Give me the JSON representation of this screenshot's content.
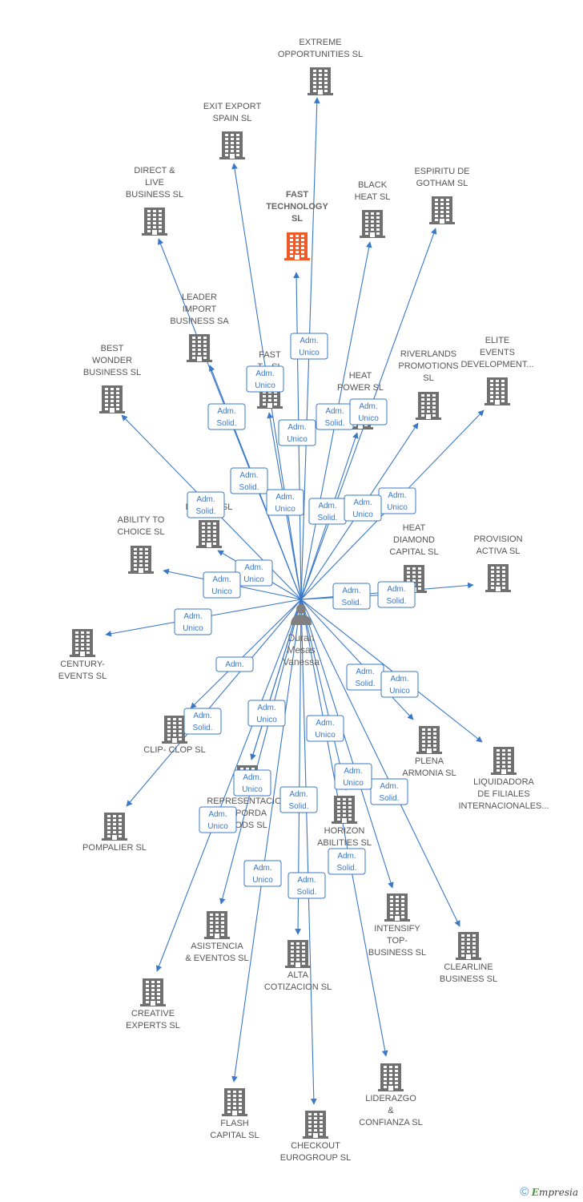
{
  "person": {
    "name_lines": [
      "Duran",
      "Mesas",
      "Vanessa"
    ]
  },
  "colors": {
    "edge": "#3a78c8",
    "building": "#707070",
    "building_main": "#f05a28",
    "person": "#808080"
  },
  "companies": [
    {
      "id": "extreme",
      "lines": [
        "EXTREME",
        "OPPORTUNITIES SL"
      ]
    },
    {
      "id": "exit-export",
      "lines": [
        "EXIT EXPORT",
        "SPAIN SL"
      ]
    },
    {
      "id": "direct-live",
      "lines": [
        "DIRECT &",
        "LIVE",
        "BUSINESS SL"
      ]
    },
    {
      "id": "fast-tech",
      "lines": [
        "FAST",
        "TECHNOLOGY",
        "SL"
      ],
      "main": true
    },
    {
      "id": "black-heat",
      "lines": [
        "BLACK",
        "HEAT SL"
      ]
    },
    {
      "id": "espiritu",
      "lines": [
        "ESPIRITU DE",
        "GOTHAM SL"
      ]
    },
    {
      "id": "leader",
      "lines": [
        "LEADER",
        "IMPORT",
        "BUSINESS SA"
      ]
    },
    {
      "id": "best-wonder",
      "lines": [
        "BEST",
        "WONDER",
        "BUSINESS SL"
      ]
    },
    {
      "id": "fast-t2",
      "lines": [
        "FAST",
        "T... SL"
      ]
    },
    {
      "id": "heat-power",
      "lines": [
        "HEAT",
        "POWER SL"
      ]
    },
    {
      "id": "riverlands",
      "lines": [
        "RIVERLANDS",
        "PROMOTIONS",
        "SL"
      ]
    },
    {
      "id": "elite",
      "lines": [
        "ELITE",
        "EVENTS",
        "DEVELOPMENT..."
      ]
    },
    {
      "id": "ef-res",
      "lines": [
        "EF... &",
        "RES... S SL"
      ]
    },
    {
      "id": "ability",
      "lines": [
        "ABILITY TO",
        "CHOICE SL"
      ]
    },
    {
      "id": "heat-diamond",
      "lines": [
        "HEAT",
        "DIAMOND",
        "CAPITAL SL"
      ]
    },
    {
      "id": "provision",
      "lines": [
        "PROVISION",
        "ACTIVA SL"
      ]
    },
    {
      "id": "century",
      "lines": [
        "CENTURY-",
        "EVENTS SL"
      ]
    },
    {
      "id": "clip-clop",
      "lines": [
        "CLIP- CLOP SL"
      ]
    },
    {
      "id": "plena",
      "lines": [
        "PLENA",
        "ARMONIA SL"
      ]
    },
    {
      "id": "liquidadora",
      "lines": [
        "LIQUIDADORA",
        "DE FILIALES",
        "INTERNACIONALES..."
      ]
    },
    {
      "id": "pompalier",
      "lines": [
        "POMPALIER SL"
      ]
    },
    {
      "id": "representacion",
      "lines": [
        "REPRESENTACION",
        "...PORDA",
        "...ODS SL"
      ]
    },
    {
      "id": "horizon",
      "lines": [
        "HORIZON",
        "ABILITIES SL"
      ]
    },
    {
      "id": "asistencia",
      "lines": [
        "ASISTENCIA",
        "& EVENTOS SL"
      ]
    },
    {
      "id": "alta",
      "lines": [
        "ALTA",
        "COTIZACION SL"
      ]
    },
    {
      "id": "intensify",
      "lines": [
        "INTENSIFY",
        "TOP-",
        "BUSINESS SL"
      ]
    },
    {
      "id": "clearline",
      "lines": [
        "CLEARLINE",
        "BUSINESS SL"
      ]
    },
    {
      "id": "creative",
      "lines": [
        "CREATIVE",
        "EXPERTS SL"
      ]
    },
    {
      "id": "liderazgo",
      "lines": [
        "LIDERAZGO",
        "&",
        "CONFIANZA SL"
      ]
    },
    {
      "id": "flash",
      "lines": [
        "FLASH",
        "CAPITAL SL"
      ]
    },
    {
      "id": "checkout",
      "lines": [
        "CHECKOUT",
        "EUROGROUP SL"
      ]
    }
  ],
  "edges": [
    {
      "to": "extreme",
      "role": [
        "Adm.",
        "Unico"
      ]
    },
    {
      "to": "exit-export",
      "role": [
        "Adm.",
        "Unico"
      ]
    },
    {
      "to": "direct-live",
      "role": [
        "Adm.",
        "Solid."
      ]
    },
    {
      "to": "fast-tech",
      "role": [
        "Adm.",
        "Solid."
      ]
    },
    {
      "to": "black-heat",
      "role": [
        "Adm.",
        "Solid."
      ]
    },
    {
      "to": "espiritu",
      "role": [
        "Adm.",
        "Unico"
      ]
    },
    {
      "to": "leader",
      "role": [
        "Adm.",
        "Unico"
      ]
    },
    {
      "to": "best-wonder",
      "role": [
        "Adm.",
        "Solid."
      ]
    },
    {
      "to": "fast-t2",
      "role": [
        "Adm.",
        "Unico"
      ]
    },
    {
      "to": "heat-power",
      "role": [
        "Adm.",
        "Solid."
      ]
    },
    {
      "to": "riverlands",
      "role": [
        "Adm.",
        "Unico"
      ]
    },
    {
      "to": "elite",
      "role": [
        "Adm.",
        "Unico"
      ]
    },
    {
      "to": "ef-res",
      "role": [
        "Adm.",
        "Unico"
      ]
    },
    {
      "to": "ability",
      "role": [
        "Adm.",
        "Unico"
      ]
    },
    {
      "to": "heat-diamond",
      "role": [
        "Adm.",
        "Solid."
      ]
    },
    {
      "to": "provision",
      "role": [
        "Adm.",
        "Solid."
      ]
    },
    {
      "to": "century",
      "role": [
        "Adm.",
        "Unico"
      ]
    },
    {
      "to": "clip-clop",
      "role": [
        "Adm."
      ]
    },
    {
      "to": "plena",
      "role": [
        "Adm.",
        "Solid."
      ]
    },
    {
      "to": "liquidadora",
      "role": [
        "Adm.",
        "Unico"
      ]
    },
    {
      "to": "pompalier",
      "role": [
        "Adm.",
        "Solid."
      ]
    },
    {
      "to": "representacion",
      "role": [
        "Adm.",
        "Unico"
      ]
    },
    {
      "to": "horizon",
      "role": [
        "Adm.",
        "Unico"
      ]
    },
    {
      "to": "asistencia",
      "role": [
        "Adm.",
        "Unico"
      ]
    },
    {
      "to": "alta",
      "role": [
        "Adm.",
        "Solid."
      ]
    },
    {
      "to": "intensify",
      "role": [
        "Adm.",
        "Solid."
      ]
    },
    {
      "to": "clearline",
      "role": [
        "Adm.",
        "Unico"
      ]
    },
    {
      "to": "creative",
      "role": [
        "Adm.",
        "Unico"
      ]
    },
    {
      "to": "liderazgo",
      "role": [
        "Adm.",
        "Solid."
      ]
    },
    {
      "to": "flash",
      "role": [
        "Adm.",
        "Solid."
      ]
    },
    {
      "to": "checkout",
      "role": [
        "Adm.",
        "Solid."
      ]
    },
    {
      "to": "representacion",
      "role": [
        "Adm.",
        "Unico"
      ]
    }
  ],
  "footer": {
    "copyright": "©",
    "brand_initial": "E",
    "brand_rest": "mpresia"
  }
}
